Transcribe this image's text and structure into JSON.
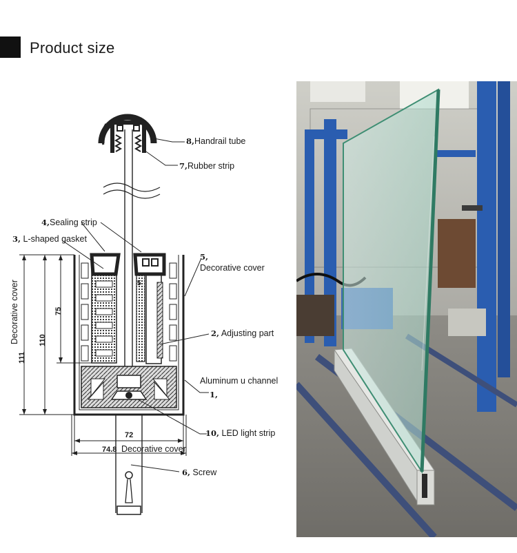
{
  "header": {
    "title": "Product size"
  },
  "diagram": {
    "labels": {
      "l8_num": "8,",
      "l8_text": "Handrail tube",
      "l7_num": "7,",
      "l7_text": "Rubber strip",
      "l4_num": "4,",
      "l4_text": "Sealing strip",
      "l3_num": "3,",
      "l3_text": "L-shaped gasket",
      "l5_num": "5,",
      "l5_text": "Decorative cover",
      "l2_num": "2,",
      "l2_text": "Adjusting part",
      "l1_text": "Aluminum u channel",
      "l1_num": "1,",
      "l10_num": "10,",
      "l10_text": "LED light strip",
      "l6_num": "6,",
      "l6_text": "Screw",
      "left_vertical": "Decorative cover",
      "bottom_dc": "Decorative cover"
    },
    "dims": {
      "d111": "111",
      "d110": "110",
      "d75": "75",
      "d72": "72",
      "d748": "74.8",
      "d5": "5"
    }
  },
  "photo": {
    "subject": "glass-railing-in-aluminum-u-channel"
  },
  "colors": {
    "steel_blue": "#2a5db0",
    "glass": "#bfe3d8",
    "aluminum": "#d9dbd8"
  }
}
